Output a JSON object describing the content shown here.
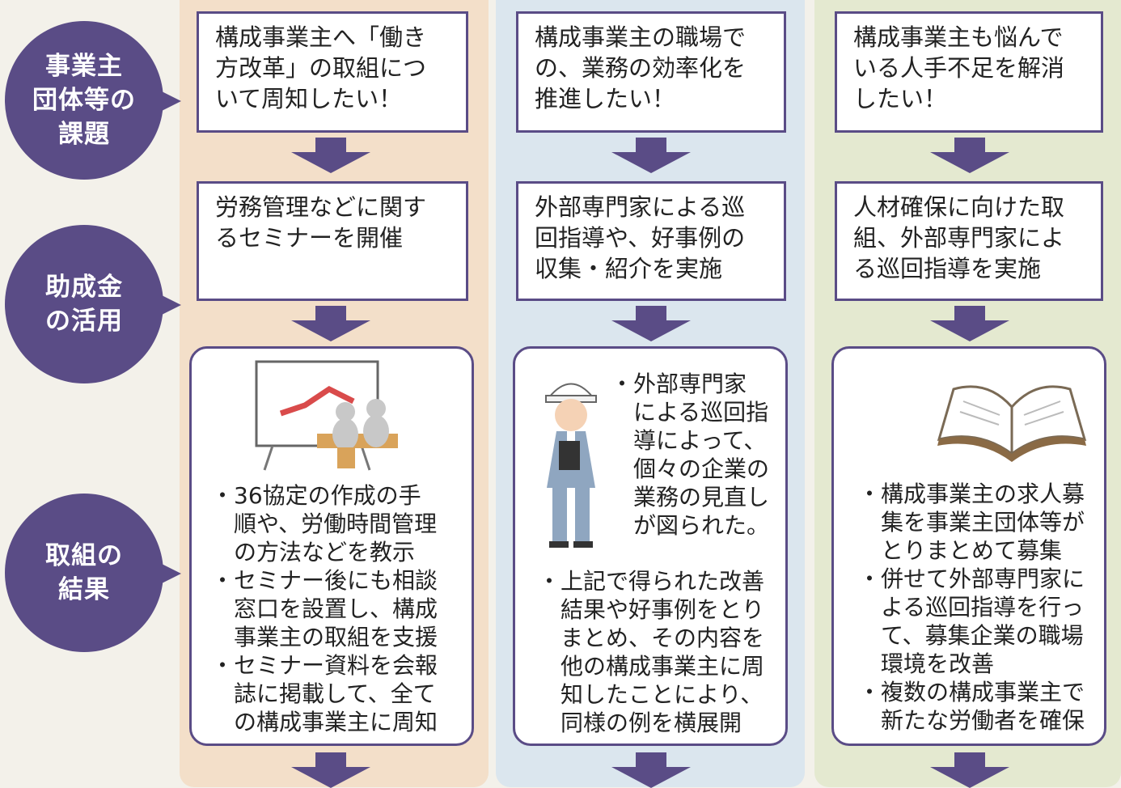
{
  "labels": {
    "issue": [
      "事業主",
      "団体等の",
      "課題"
    ],
    "grant": [
      "助成金",
      "の活用"
    ],
    "result": [
      "取組の",
      "結果"
    ]
  },
  "columns": [
    {
      "issue_lines": [
        "構成事業主へ「働き",
        "方改革」の取組につ",
        "いて周知したい！"
      ],
      "grant_lines": [
        "労務管理などに関す",
        "るセミナーを開催"
      ],
      "result_lines": [
        "・36協定の作成の手",
        "　順や、労働時間管理",
        "　の方法などを教示",
        "・セミナー後にも相談",
        "　窓口を設置し、構成",
        "　事業主の取組を支援",
        "・セミナー資料を会報",
        "　誌に掲載して、全て",
        "　の構成事業主に周知"
      ]
    },
    {
      "issue_lines": [
        "構成事業主の職場で",
        "の、業務の効率化を",
        "推進したい！"
      ],
      "grant_lines": [
        "外部専門家による巡",
        "回指導や、好事例の",
        "収集・紹介を実施"
      ],
      "result_top_lines": [
        "・外部専門家",
        "　による巡回指",
        "　導によって、",
        "　個々の企業の",
        "　業務の見直し",
        "　が図られた。"
      ],
      "result_lines": [
        "・上記で得られた改善",
        "　結果や好事例をとり",
        "　まとめ、その内容を",
        "　他の構成事業主に周",
        "　知したことにより、",
        "　同様の例を横展開"
      ]
    },
    {
      "issue_lines": [
        "構成事業主も悩んで",
        "いる人手不足を解消",
        "したい！"
      ],
      "grant_lines": [
        "人材確保に向けた取",
        "組、外部専門家によ",
        "る巡回指導を実施"
      ],
      "result_lines": [
        "・構成事業主の求人募",
        "　集を事業主団体等が",
        "　とりまとめて募集",
        "・併せて外部専門家に",
        "　よる巡回指導を行っ",
        "　て、募集企業の職場",
        "　環境を改善",
        "・複数の構成事業主で",
        "　新たな労働者を確保"
      ]
    }
  ]
}
